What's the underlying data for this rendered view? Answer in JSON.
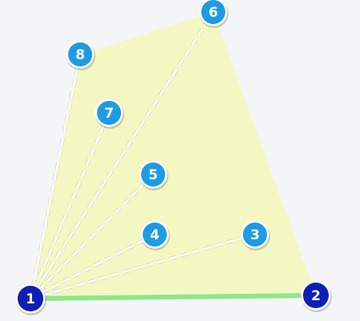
{
  "diagram": {
    "colors": {
      "background": "#f4f5f7",
      "polygon_fill": "#f3f8c2",
      "base_edge": "#8ee68c",
      "dashed_lines": "#ffffff",
      "node_blue": "#1f9be3",
      "node_navy": "#101fb3",
      "node_ring": "#ffffff",
      "label_color": "#ffffff"
    },
    "nodes": [
      {
        "id": "1",
        "label": "1",
        "style": "navy"
      },
      {
        "id": "2",
        "label": "2",
        "style": "navy"
      },
      {
        "id": "3",
        "label": "3",
        "style": "blue"
      },
      {
        "id": "4",
        "label": "4",
        "style": "blue"
      },
      {
        "id": "5",
        "label": "5",
        "style": "blue"
      },
      {
        "id": "6",
        "label": "6",
        "style": "blue"
      },
      {
        "id": "7",
        "label": "7",
        "style": "blue"
      },
      {
        "id": "8",
        "label": "8",
        "style": "blue"
      }
    ],
    "polygon_vertex_order": [
      "1",
      "2",
      "6",
      "8"
    ],
    "solid_edges": [
      {
        "from": "1",
        "to": "2"
      }
    ],
    "dashed_edges": [
      {
        "from": "1",
        "to": "3"
      },
      {
        "from": "1",
        "to": "4"
      },
      {
        "from": "1",
        "to": "5"
      },
      {
        "from": "1",
        "to": "6"
      },
      {
        "from": "1",
        "to": "7"
      },
      {
        "from": "1",
        "to": "8"
      }
    ]
  }
}
